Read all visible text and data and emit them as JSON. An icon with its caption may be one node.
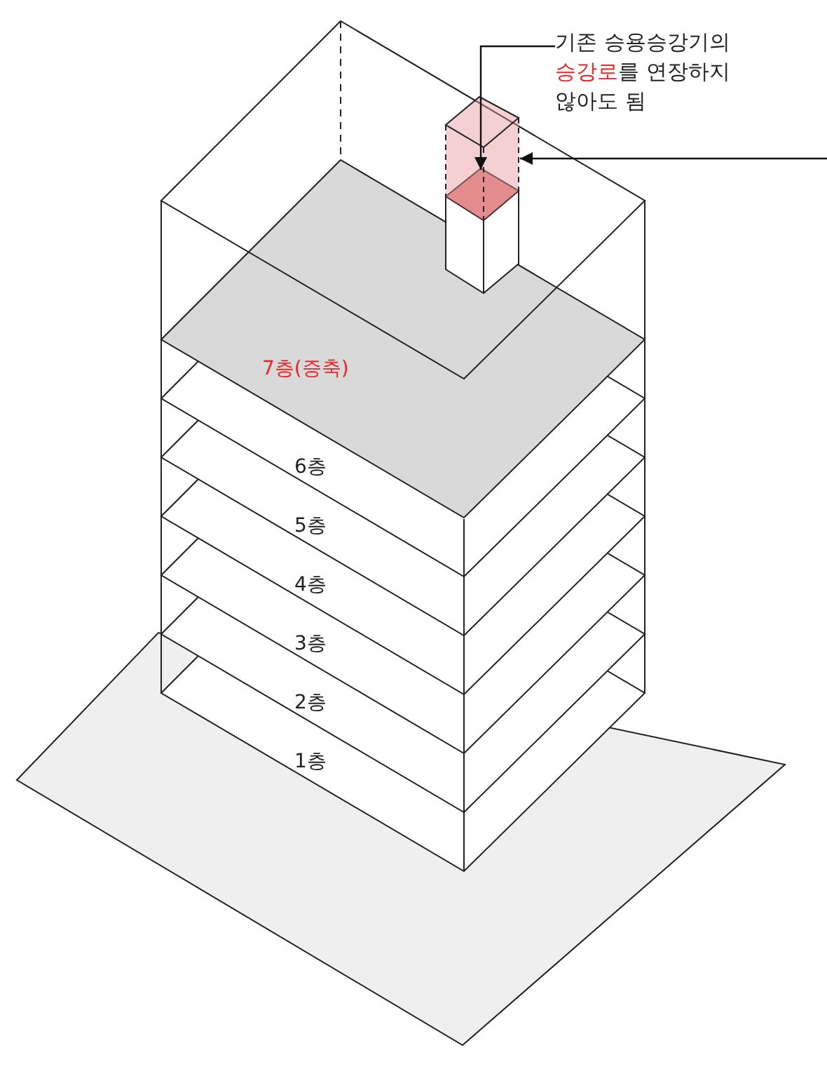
{
  "diagram": {
    "nodes": [
      {
        "text": [
          "기존 승용승강기의 **승강로**를 연장하지 않아도 됨"
        ]
      },
      {
        "text": [],
        "shape": "box"
      },
      {
        "text": [],
        "shape": "box"
      }
    ],
    "edges": [
      {
        "from": 0,
        "to": 2,
        "arrow": "to"
      },
      {
        "from": null,
        "to": 1,
        "arrow": "to"
      }
    ],
    "labels": [
      "7층(증축)",
      "6층",
      "5층",
      "4층",
      "3층",
      "2층",
      "1층"
    ]
  }
}
